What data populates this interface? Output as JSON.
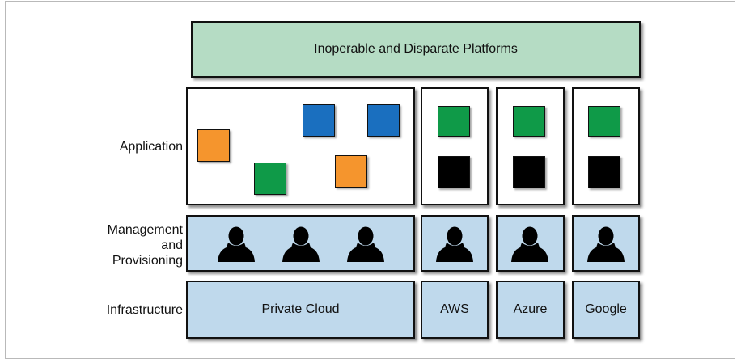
{
  "banner": {
    "text": "Inoperable and Disparate Platforms"
  },
  "row_labels": {
    "application": "Application",
    "management_line1": "Management",
    "management_line2": "and",
    "management_line3": "Provisioning",
    "infrastructure": "Infrastructure"
  },
  "infrastructure": {
    "private_cloud": "Private Cloud",
    "aws": "AWS",
    "azure": "Azure",
    "google": "Google"
  },
  "colors": {
    "banner": "#b5dcc4",
    "light_blue": "#bfd9ec",
    "orange": "#f5952d",
    "green": "#0f9a48",
    "blue": "#1a6fbf",
    "black": "#000000",
    "border": "#111111"
  },
  "icons": [
    "person-icon"
  ]
}
